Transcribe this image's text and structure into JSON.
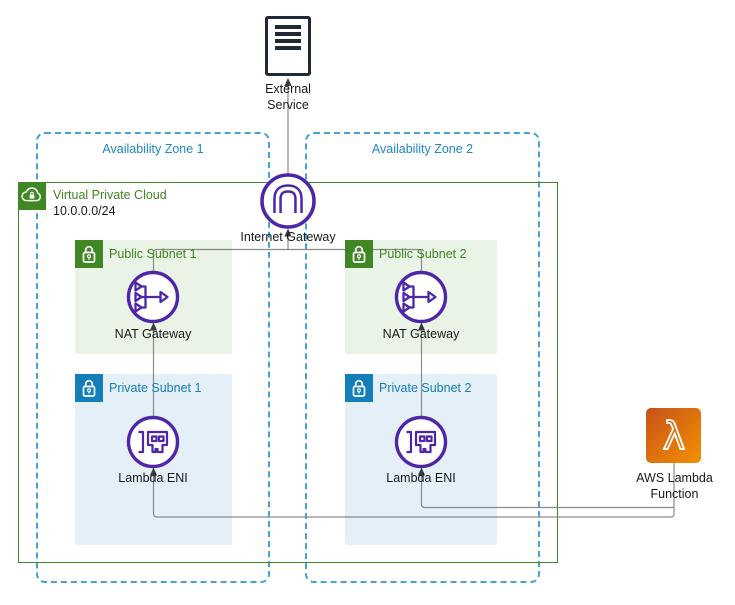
{
  "diagram_title": "AWS Lambda in VPC architecture diagram",
  "colors": {
    "az_blue": "#1e87c4",
    "az_dash": "#46a1d5",
    "vpc_green": "#3f8624",
    "public_bg": "#e9f3e6",
    "private_blue": "#147eba",
    "private_bg": "#e4eff7",
    "node_purple": "#4d27a8",
    "lambda_dark": "#c8511b",
    "lambda_light": "#f29100",
    "line_gray": "#8a8a8a",
    "external_dark": "#1f2a37",
    "label_dark": "#18191c"
  },
  "icons": {
    "external_service": "document-server-icon",
    "vpc": "cloud-lock-icon",
    "subnet": "padlock-icon",
    "internet_gateway": "arch-gateway-icon",
    "nat_gateway": "fan-in-arrow-icon",
    "lambda_eni": "network-interface-icon",
    "lambda_function": "lambda-icon"
  },
  "nodes": {
    "external_service": {
      "label": "External Service"
    },
    "availability_zone_1": {
      "label": "Availability Zone 1"
    },
    "availability_zone_2": {
      "label": "Availability Zone 2"
    },
    "vpc": {
      "label": "Virtual Private Cloud",
      "cidr": "10.0.0.0/24"
    },
    "internet_gateway": {
      "label": "Internet Gateway"
    },
    "public_subnet_1": {
      "label": "Public Subnet 1"
    },
    "public_subnet_2": {
      "label": "Public Subnet 2"
    },
    "private_subnet_1": {
      "label": "Private Subnet 1"
    },
    "private_subnet_2": {
      "label": "Private Subnet 2"
    },
    "nat_gateway_1": {
      "label": "NAT Gateway"
    },
    "nat_gateway_2": {
      "label": "NAT Gateway"
    },
    "lambda_eni_1": {
      "label": "Lambda ENI"
    },
    "lambda_eni_2": {
      "label": "Lambda ENI"
    },
    "lambda_function": {
      "label": "AWS Lambda Function"
    }
  }
}
